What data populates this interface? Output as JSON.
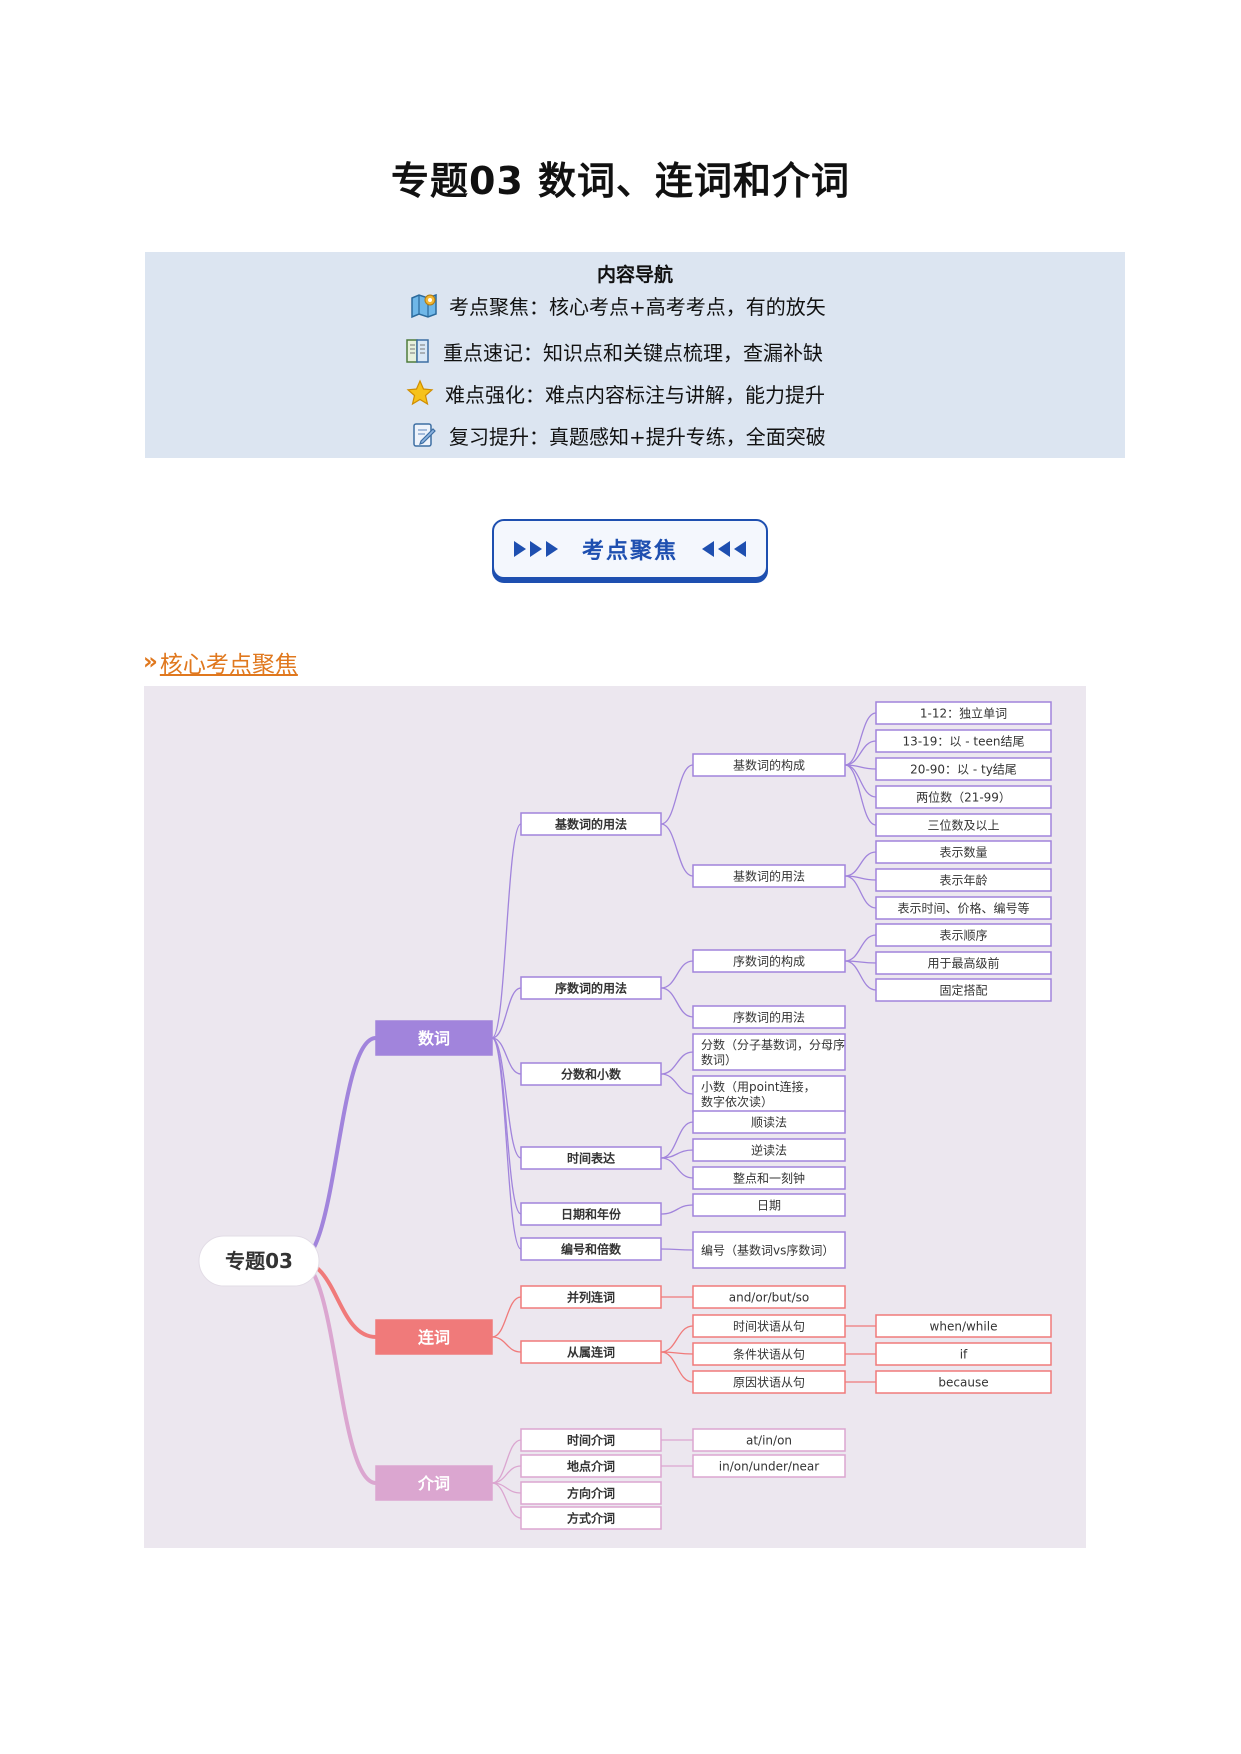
{
  "title": "专题03 数词、连词和介词",
  "nav": {
    "title": "内容导航",
    "rows": [
      {
        "icon": "map-icon",
        "label": "考点聚焦：核心考点+高考考点，有的放矢"
      },
      {
        "icon": "book-icon",
        "label": "重点速记：知识点和关键点梳理，查漏补缺"
      },
      {
        "icon": "star-icon",
        "label": "难点强化：难点内容标注与讲解，能力提升"
      },
      {
        "icon": "edit-icon",
        "label": "复习提升：真题感知+提升专练，全面突破"
      }
    ]
  },
  "banner": {
    "label": "考点聚焦"
  },
  "section": {
    "marker": "»",
    "title": "核心考点聚焦"
  },
  "colors": {
    "nav_bg": "#dce5f1",
    "banner_blue": "#1e4fb0",
    "section_orange": "#e0781e",
    "map_bg": "#ece7ef",
    "purple": "#a184dc",
    "red": "#f07a7a",
    "pink": "#dba6d0"
  },
  "mindmap": {
    "root": "专题03",
    "branches": [
      {
        "label": "数词",
        "children": [
          {
            "label": "基数词的用法",
            "children": [
              {
                "label": "基数词的构成",
                "children": [
                  "1-12：独立单词",
                  "13-19：以 - teen结尾",
                  "20-90：以 - ty结尾",
                  "两位数（21-99）",
                  "三位数及以上"
                ]
              },
              {
                "label": "基数词的用法",
                "children": [
                  "表示数量",
                  "表示年龄",
                  "表示时间、价格、编号等"
                ]
              }
            ]
          },
          {
            "label": "序数词的用法",
            "children": [
              {
                "label": "序数词的构成",
                "children": [
                  "表示顺序",
                  "用于最高级前",
                  "固定搭配"
                ]
              },
              {
                "label": "序数词的用法",
                "children": []
              }
            ]
          },
          {
            "label": "分数和小数",
            "children": [
              {
                "label": "分数（分子基数词，分母序数词）",
                "children": []
              },
              {
                "label": "小数（用point连接，数字依次读）",
                "children": []
              }
            ]
          },
          {
            "label": "时间表达",
            "children": [
              {
                "label": "顺读法",
                "children": []
              },
              {
                "label": "逆读法",
                "children": []
              },
              {
                "label": "整点和一刻钟",
                "children": []
              }
            ]
          },
          {
            "label": "日期和年份",
            "children": [
              {
                "label": "日期",
                "children": []
              }
            ]
          },
          {
            "label": "编号和倍数",
            "children": [
              {
                "label": "编号（基数词vs序数词）",
                "children": []
              }
            ]
          }
        ]
      },
      {
        "label": "连词",
        "children": [
          {
            "label": "并列连词",
            "children": [
              {
                "label": "and/or/but/so",
                "children": []
              }
            ]
          },
          {
            "label": "从属连词",
            "children": [
              {
                "label": "时间状语从句",
                "children": [
                  "when/while"
                ]
              },
              {
                "label": "条件状语从句",
                "children": [
                  "if"
                ]
              },
              {
                "label": "原因状语从句",
                "children": [
                  "because"
                ]
              }
            ]
          }
        ]
      },
      {
        "label": "介词",
        "children": [
          {
            "label": "时间介词",
            "children": [
              {
                "label": "at/in/on",
                "children": []
              }
            ]
          },
          {
            "label": "地点介词",
            "children": [
              {
                "label": "in/on/under/near",
                "children": []
              }
            ]
          },
          {
            "label": "方向介词",
            "children": []
          },
          {
            "label": "方式介词",
            "children": []
          }
        ]
      }
    ]
  }
}
